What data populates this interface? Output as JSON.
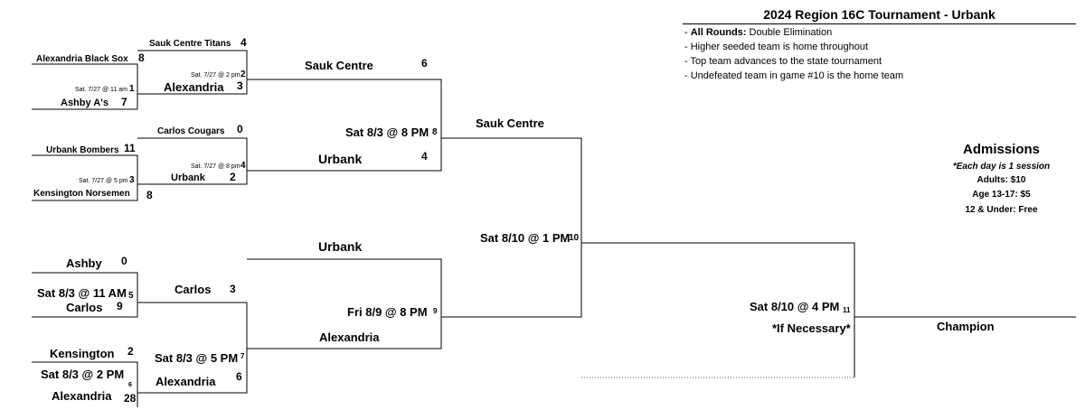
{
  "header": {
    "title": "2024 Region 16C Tournament - Urbank",
    "rules": [
      {
        "bold": "All Rounds:",
        "text": " Double Elimination"
      },
      {
        "bold": "",
        "text": "Higher seeded team is home throughout"
      },
      {
        "bold": "",
        "text": "Top team advances to the state tournament"
      },
      {
        "bold": "",
        "text": "Undefeated team in game #10 is the home team"
      }
    ]
  },
  "admissions": {
    "title": "Admissions",
    "note": "*Each day is 1 session",
    "adults": "Adults: $10",
    "teen": "Age 13-17: $5",
    "kids": "12 & Under: Free"
  },
  "round1": {
    "g2_top_team": "Sauk Centre Titans",
    "g2_top_score": "4",
    "g1_top_team": "Alexandria Black Sox",
    "g1_top_score": "8",
    "g2_info": "Sat. 7/27 @ 2 pm",
    "g2_num": "2",
    "g2_bottom_team": "Alexandria",
    "g2_bottom_score": "3",
    "g1_info": "Sat. 7/27 @ 11 am",
    "g1_num": "1",
    "g1_bottom_team": "Ashby A's",
    "g1_bottom_score": "7",
    "g4_top_team": "Carlos Cougars",
    "g4_top_score": "0",
    "g3_top_team": "Urbank Bombers",
    "g3_top_score": "11",
    "g4_info": "Sat. 7/27 @ 8 pm",
    "g4_num": "4",
    "g4_bottom_team": "Urbank",
    "g4_bottom_score": "2",
    "g3_info": "Sat. 7/27 @ 5 pm",
    "g3_num": "3",
    "g3_bottom_team": "Kensington Norsemen",
    "g3_bottom_score": "8"
  },
  "game8": {
    "top_team": "Sauk Centre",
    "top_score": "6",
    "info": "Sat 8/3 @ 8 PM",
    "num": "8",
    "bottom_team": "Urbank",
    "bottom_score": "4"
  },
  "game10": {
    "top_team": "Sauk Centre",
    "info": "Sat 8/10 @ 1 PM",
    "num": "10"
  },
  "lower": {
    "g5_top_team": "Ashby",
    "g5_top_score": "0",
    "g5_info": "Sat 8/3 @ 11 AM",
    "g5_num": "5",
    "g5_bottom_team": "Carlos",
    "g5_bottom_score": "9",
    "g6_top_team": "Kensington",
    "g6_top_score": "2",
    "g6_info": "Sat 8/3 @ 2 PM",
    "g6_num": "6",
    "g6_bottom_team": "Alexandria",
    "g6_bottom_score": "28",
    "g7_top_team": "Carlos",
    "g7_top_score": "3",
    "g7_info": "Sat 8/3 @ 5 PM",
    "g7_num": "7",
    "g7_bottom_team": "Alexandria",
    "g7_bottom_score": "6",
    "g9_top_team": "Urbank",
    "g9_info": "Fri 8/9 @ 8 PM",
    "g9_num": "9",
    "g9_bottom_team": "Alexandria"
  },
  "final": {
    "info": "Sat 8/10 @ 4 PM",
    "num": "11",
    "if_necessary": "*If Necessary*",
    "champion": "Champion"
  }
}
